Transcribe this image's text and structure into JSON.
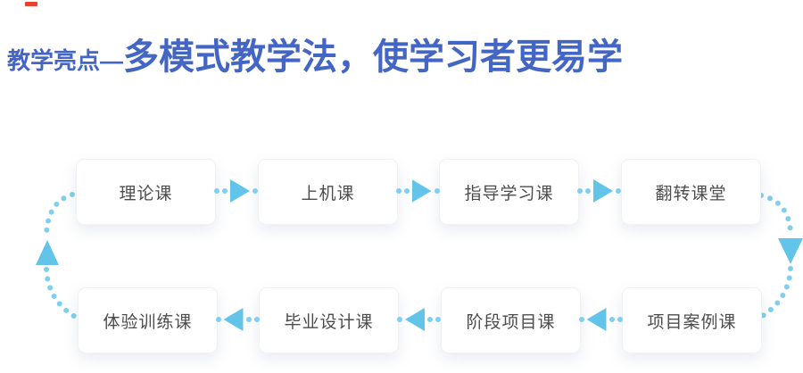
{
  "title": {
    "prefix": "教学亮点—",
    "main": "多模式教学法，使学习者更易学"
  },
  "flow": {
    "direction": "clockwise-cycle",
    "top_row": [
      {
        "label": "理论课"
      },
      {
        "label": "上机课"
      },
      {
        "label": "指导学习课"
      },
      {
        "label": "翻转课堂"
      }
    ],
    "bottom_row": [
      {
        "label": "体验训练课"
      },
      {
        "label": "毕业设计课"
      },
      {
        "label": "阶段项目课"
      },
      {
        "label": "项目案例课"
      }
    ]
  },
  "icons": {
    "right_arrow": "triangle-right",
    "left_arrow": "triangle-left",
    "down_arrow": "triangle-down",
    "up_arrow": "triangle-up",
    "dot": "dotted-connector"
  },
  "colors": {
    "title_text": "#4365c4",
    "arrow_triangle": "#63c4ea",
    "arrow_dot": "#7fcfee",
    "box_text": "#4c4c4c",
    "box_background": "#ffffff",
    "red_mark": "#e8432e"
  }
}
